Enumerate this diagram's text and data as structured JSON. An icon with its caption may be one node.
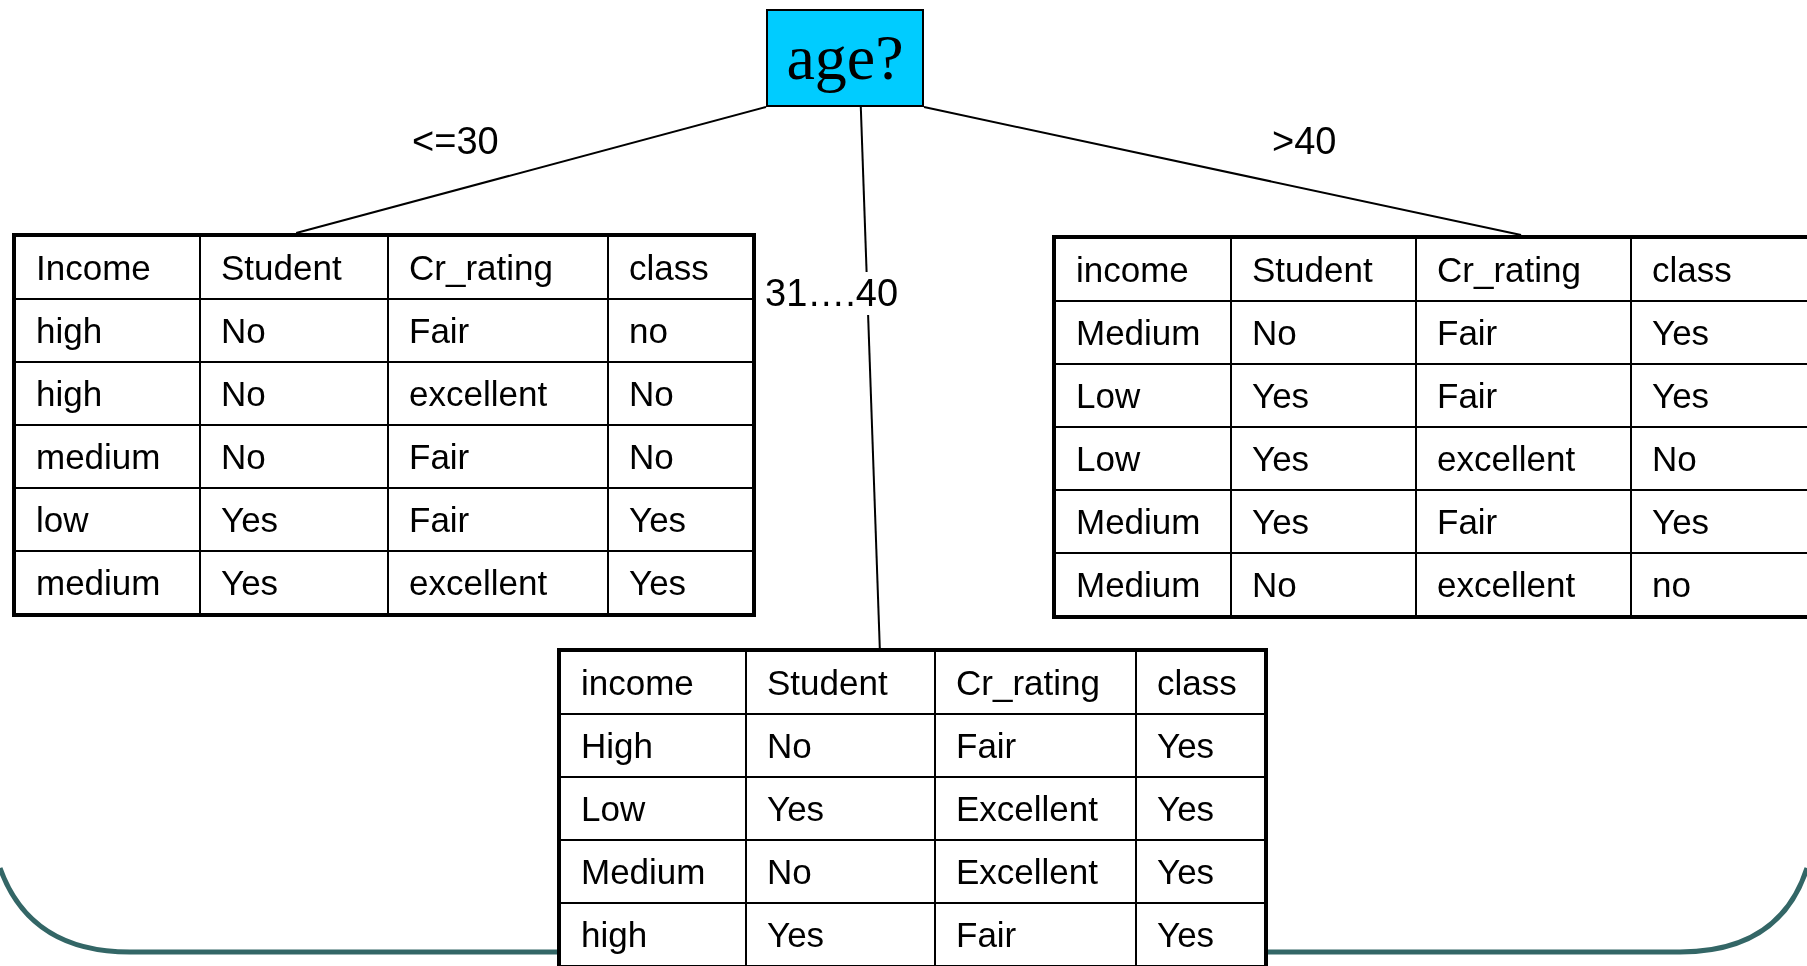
{
  "diagram": {
    "nodes": [
      {
        "text": [
          "age?"
        ]
      },
      {
        "text": [
          "Income",
          "Student",
          "Cr_rating",
          "class",
          "high",
          "No",
          "Fair",
          "no",
          "high",
          "No",
          "excellent",
          "No",
          "medium",
          "No",
          "Fair",
          "No",
          "low",
          "Yes",
          "Fair",
          "Yes",
          "medium",
          "Yes",
          "excellent",
          "Yes"
        ]
      },
      {
        "text": [
          "income",
          "Student",
          "Cr_rating",
          "class",
          "Medium",
          "No",
          "Fair",
          "Yes",
          "Low",
          "Yes",
          "Fair",
          "Yes",
          "Low",
          "Yes",
          "excellent",
          "No",
          "Medium",
          "Yes",
          "Fair",
          "Yes",
          "Medium",
          "No",
          "excellent",
          "no"
        ]
      },
      {
        "text": [
          "income",
          "Student",
          "Cr_rating",
          "class",
          "High",
          "No",
          "Fair",
          "Yes",
          "Low",
          "Yes",
          "Excellent",
          "Yes",
          "Medium",
          "No",
          "Excellent",
          "Yes",
          "high",
          "Yes",
          "Fair",
          "Yes"
        ]
      }
    ],
    "edges": [
      {
        "from": 0,
        "to": 1,
        "arrow": "none",
        "label": "<=30"
      },
      {
        "from": 0,
        "to": 2,
        "arrow": "none",
        "label": ">40"
      },
      {
        "from": 0,
        "to": 3,
        "arrow": "none",
        "label": "31….40"
      }
    ]
  }
}
